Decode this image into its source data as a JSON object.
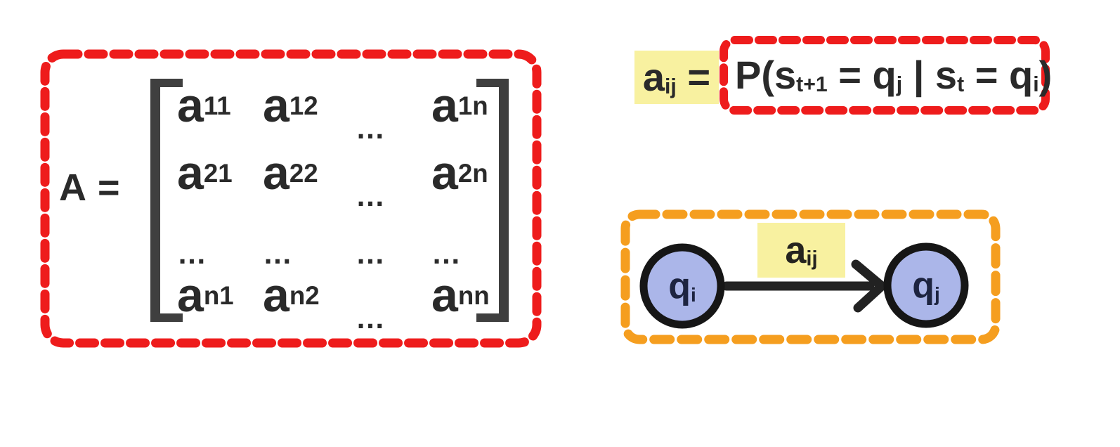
{
  "colors": {
    "dash_red": "#ee1c1c",
    "dash_orange": "#f59e1f",
    "highlight_yellow": "#f8f1a0",
    "node_fill": "#abb6e9",
    "node_border": "#161616",
    "arrow_black": "#222222",
    "bracket_gray": "#3f3f3f",
    "text_dark": "#2a2a2a"
  },
  "matrix_block": {
    "label": "A",
    "equals": "=",
    "cells": [
      {
        "base": "a",
        "sub": "11"
      },
      {
        "base": "a",
        "sub": "12"
      },
      {
        "base": "…",
        "sub": ""
      },
      {
        "base": "a",
        "sub": "1n"
      },
      {
        "base": "a",
        "sub": "21"
      },
      {
        "base": "a",
        "sub": "22"
      },
      {
        "base": "…",
        "sub": ""
      },
      {
        "base": "a",
        "sub": "2n"
      },
      {
        "base": "…",
        "sub": ""
      },
      {
        "base": "…",
        "sub": ""
      },
      {
        "base": "…",
        "sub": ""
      },
      {
        "base": "…",
        "sub": ""
      },
      {
        "base": "a",
        "sub": "n1"
      },
      {
        "base": "a",
        "sub": "n2"
      },
      {
        "base": "…",
        "sub": ""
      },
      {
        "base": "a",
        "sub": "nn"
      }
    ]
  },
  "formula": {
    "lhs_base": "a",
    "lhs_sub": "ij",
    "equals": " =",
    "segments": [
      {
        "text": "P(s",
        "sub": "t+1"
      },
      {
        "text": " = q",
        "sub": "j"
      },
      {
        "text": " | s",
        "sub": "t"
      },
      {
        "text": " = q",
        "sub": "i"
      },
      {
        "text": ")",
        "sub": ""
      }
    ]
  },
  "diagram": {
    "from_base": "q",
    "from_sub": "i",
    "to_base": "q",
    "to_sub": "j",
    "edge_base": "a",
    "edge_sub": "ij"
  }
}
